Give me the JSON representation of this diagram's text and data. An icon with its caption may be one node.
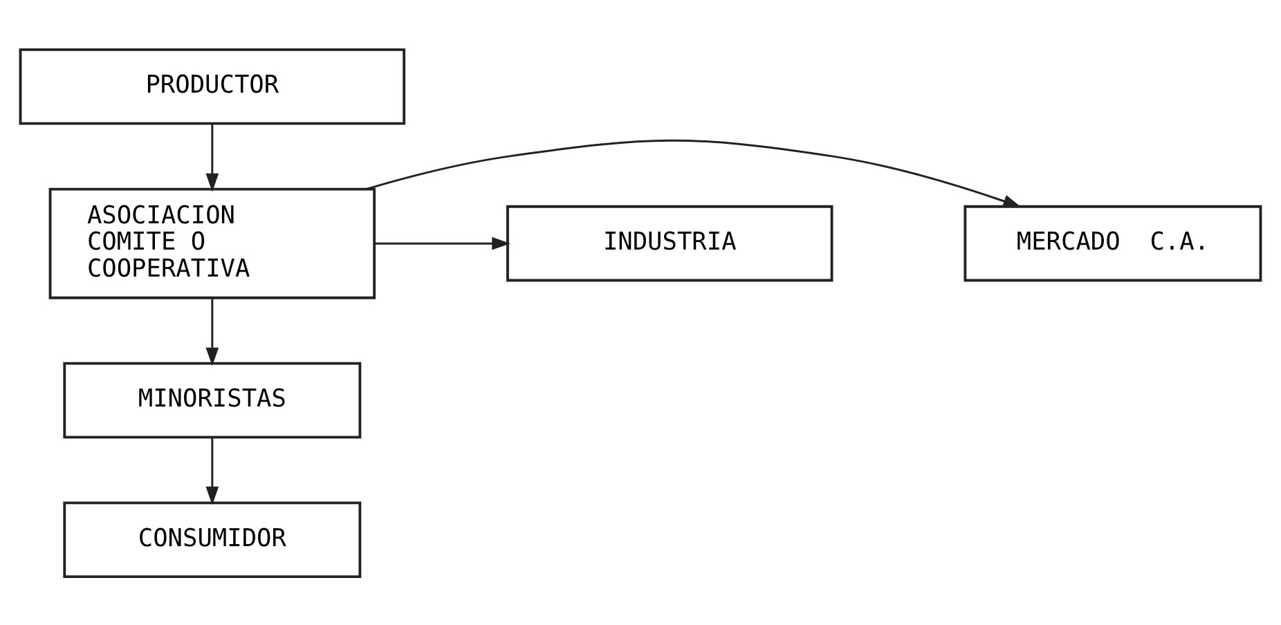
{
  "diagram": {
    "nodes": [
      {
        "text": [
          "PRODUCTOR"
        ]
      },
      {
        "text": [
          "ASOCIACION COMITE O COOPERATIVA"
        ]
      },
      {
        "text": [
          "MERCADO  C.A."
        ]
      },
      {
        "text": [
          "INDUSTRIA"
        ]
      },
      {
        "text": [
          "MINORISTAS"
        ]
      },
      {
        "text": [
          "CONSUMIDOR"
        ]
      }
    ],
    "edges": [
      {
        "from": 0,
        "to": 1,
        "arrow": "to"
      },
      {
        "from": 1,
        "to": 2,
        "arrow": "to"
      },
      {
        "from": 1,
        "to": 3,
        "arrow": "to"
      },
      {
        "from": 1,
        "to": 4,
        "arrow": "to"
      },
      {
        "from": 4,
        "to": 5,
        "arrow": "to"
      }
    ]
  }
}
